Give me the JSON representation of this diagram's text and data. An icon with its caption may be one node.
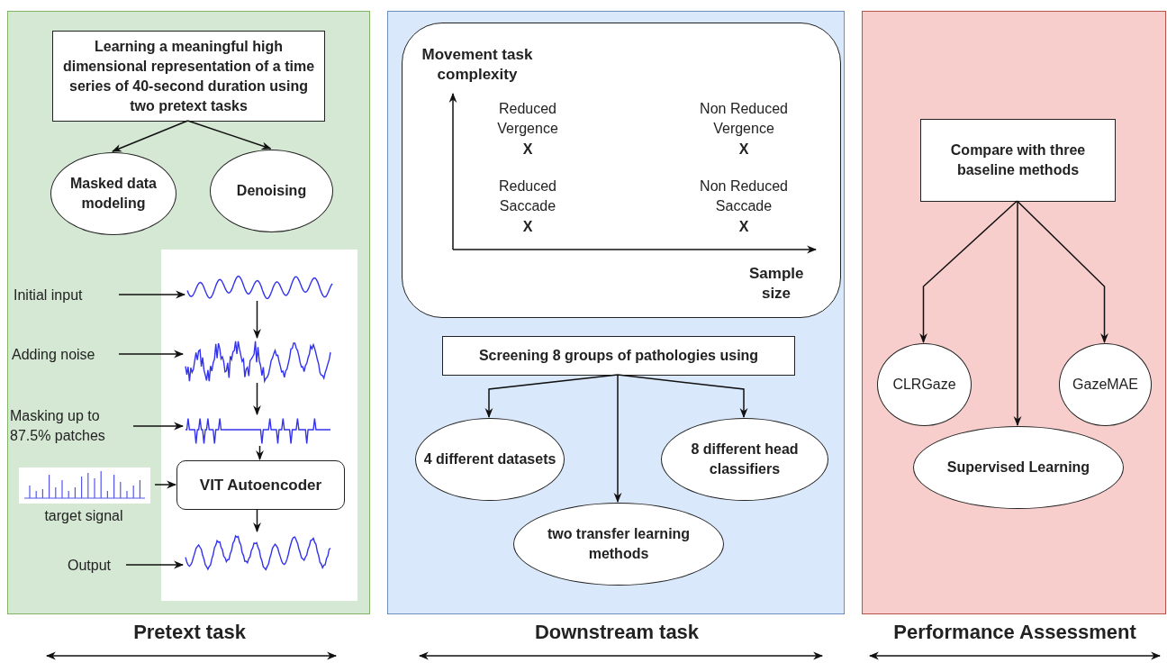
{
  "diagram": {
    "nodes": [
      {
        "text": [
          "Pretext task"
        ]
      },
      {
        "text": [
          "Learning a meaningful high dimensional representation of a time series of 40-second duration using two pretext tasks"
        ],
        "in": 0
      },
      {
        "text": [
          "Masked data modeling"
        ],
        "in": 0
      },
      {
        "text": [
          "Denoising"
        ],
        "in": 0
      },
      {
        "text": [],
        "shape": "box",
        "in": 0
      },
      {
        "text": [
          "Initial input"
        ],
        "in": 0
      },
      {
        "text": [],
        "shape": "picture",
        "in": 4
      },
      {
        "text": [
          "Adding noise"
        ],
        "in": 0
      },
      {
        "text": [],
        "shape": "picture",
        "in": 4
      },
      {
        "text": [
          "Masking up to 87.5% patches"
        ],
        "in": 0
      },
      {
        "text": [],
        "shape": "picture",
        "in": 4
      },
      {
        "text": [],
        "shape": "picture",
        "beside": [
          "target signal"
        ],
        "in": 0
      },
      {
        "text": [
          "VIT Autoencoder"
        ],
        "in": 4
      },
      {
        "text": [
          "Output"
        ],
        "in": 0
      },
      {
        "text": [],
        "shape": "picture",
        "in": 4
      },
      {
        "text": [
          "Downstream task"
        ]
      },
      {
        "text": [],
        "shape": "box",
        "in": 15
      },
      {
        "text": [
          "Screening 8 groups of pathologies using"
        ],
        "in": 15
      },
      {
        "text": [
          "4 different datasets"
        ],
        "in": 15
      },
      {
        "text": [
          "8 different head classifiers"
        ],
        "in": 15
      },
      {
        "text": [
          "two transfer learning methods"
        ],
        "in": 15
      },
      {
        "text": [
          "Performance Assessment"
        ]
      },
      {
        "text": [
          "Compare with three baseline methods"
        ],
        "in": 21
      },
      {
        "text": [
          "CLRGaze"
        ],
        "in": 21
      },
      {
        "text": [
          "GazeMAE"
        ],
        "in": 21
      },
      {
        "text": [
          "Supervised Learning"
        ],
        "in": 21
      }
    ],
    "edges": [
      {
        "from": 1,
        "to": 2,
        "arrow": "to"
      },
      {
        "from": 1,
        "to": 3,
        "arrow": "to"
      },
      {
        "from": 5,
        "to": 6,
        "arrow": "to"
      },
      {
        "from": 6,
        "to": 8,
        "arrow": "to"
      },
      {
        "from": 7,
        "to": 8,
        "arrow": "to"
      },
      {
        "from": 8,
        "to": 10,
        "arrow": "to"
      },
      {
        "from": 9,
        "to": 10,
        "arrow": "to"
      },
      {
        "from": 10,
        "to": 12,
        "arrow": "to"
      },
      {
        "from": 11,
        "to": 12,
        "arrow": "to"
      },
      {
        "from": 12,
        "to": 14,
        "arrow": "to"
      },
      {
        "from": 13,
        "to": 14,
        "arrow": "to"
      },
      {
        "from": 17,
        "to": 18,
        "arrow": "to"
      },
      {
        "from": 17,
        "to": 20,
        "arrow": "to"
      },
      {
        "from": 17,
        "to": 19,
        "arrow": "to"
      },
      {
        "from": 22,
        "to": 23,
        "arrow": "to"
      },
      {
        "from": 22,
        "to": 25,
        "arrow": "to"
      },
      {
        "from": 22,
        "to": 24,
        "arrow": "to"
      }
    ],
    "labels": [
      "Movement task complexity",
      "Reduced Vergence",
      "Non Reduced Vergence",
      "X",
      "X",
      "Reduced Saccade",
      "Non Reduced Saccade",
      "X",
      "X",
      "Sample size"
    ]
  }
}
